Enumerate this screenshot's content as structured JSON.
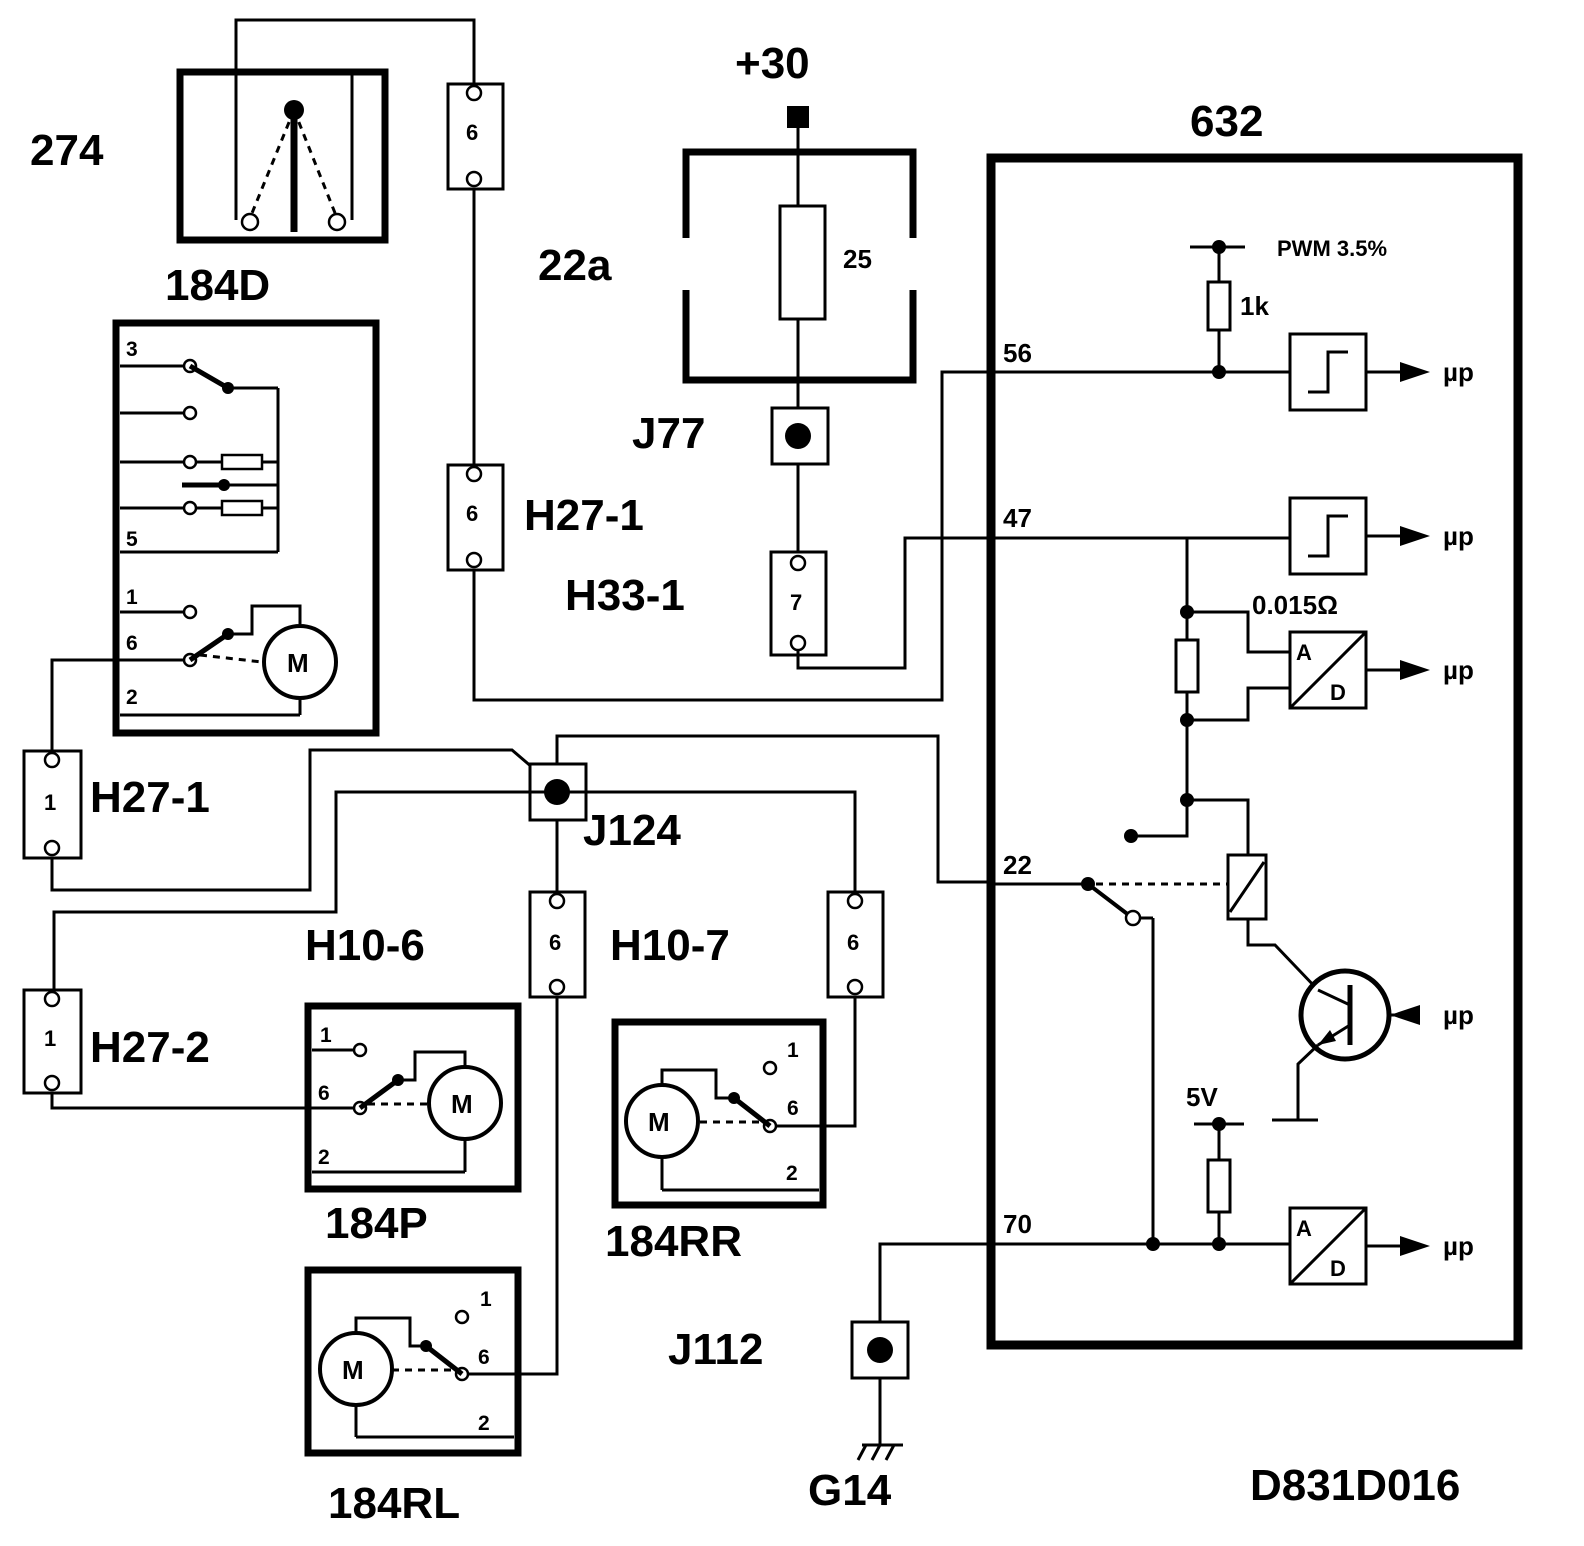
{
  "supply": {
    "label": "+30"
  },
  "fuse": {
    "id": "22a",
    "rating": "25"
  },
  "ecu": {
    "id": "632",
    "pwm": "PWM 3.5%",
    "pullup": "1k",
    "shunt": "0.015Ω",
    "v5": "5V",
    "mp": "µp",
    "pins": {
      "p56": "56",
      "p47": "47",
      "p22": "22",
      "p70": "70"
    },
    "ad_a": "A",
    "ad_d": "D"
  },
  "splices": {
    "j77": "J77",
    "j124": "J124",
    "j112": "J112"
  },
  "connectors": {
    "h27_1": "H27-1",
    "h33_1": "H33-1",
    "h10_6": "H10-6",
    "h10_7": "H10-7",
    "h27_2": "H27-2",
    "pin6": "6",
    "pin7": "7",
    "pin1": "1"
  },
  "components": {
    "c274": "274",
    "c184d": "184D",
    "c184p": "184P",
    "c184rr": "184RR",
    "c184rl": "184RL"
  },
  "switch_pins": {
    "p1": "1",
    "p2": "2",
    "p3": "3",
    "p5": "5",
    "p6": "6"
  },
  "motor": "M",
  "ground": {
    "id": "G14"
  },
  "drawing_code": "D831D016"
}
